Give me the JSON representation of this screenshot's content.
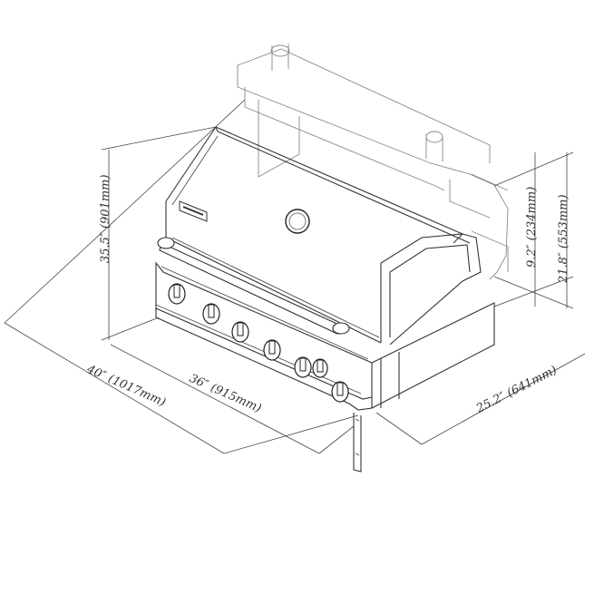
{
  "dimensions": {
    "total_height": "35.5″ (901mm)",
    "total_width": "40″ (1017mm)",
    "body_width": "36″ (915mm)",
    "depth": "25.2″ (641mm)",
    "side_height_small": "9.2″ (234mm)",
    "side_height_large": "21.8″ (553mm)"
  },
  "colors": {
    "line": "#333333",
    "background": "#ffffff"
  },
  "icons": {
    "thermometer": "thermometer-gauge-icon",
    "knob": "control-knob-icon",
    "badge": "brand-badge-icon"
  }
}
